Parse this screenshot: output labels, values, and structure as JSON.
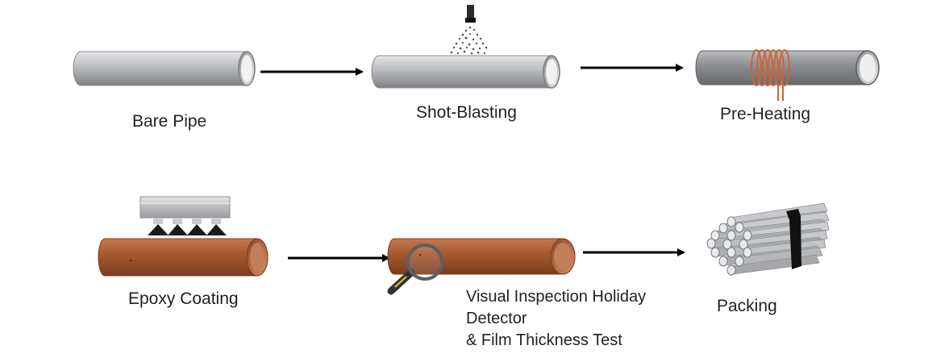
{
  "steps": [
    {
      "id": "bare-pipe",
      "label": "Bare Pipe"
    },
    {
      "id": "shot-blasting",
      "label": "Shot-Blasting"
    },
    {
      "id": "pre-heating",
      "label": "Pre-Heating"
    },
    {
      "id": "epoxy-coating",
      "label": "Epoxy Coating"
    },
    {
      "id": "inspection",
      "label_lines": [
        "Visual Inspection Holiday",
        "Detector",
        "& Film Thickness Test"
      ]
    },
    {
      "id": "packing",
      "label": "Packing"
    }
  ],
  "colors": {
    "steel_light": "#d6d7d9",
    "steel_dark": "#8e9094",
    "coating": "#a95a32",
    "coil": "#c8663a",
    "arrow": "#000000",
    "text": "#231f20"
  },
  "icons": [
    "pipe-icon",
    "spray-nozzle-icon",
    "induction-coil-icon",
    "coating-applicator-icon",
    "magnifier-icon",
    "bundled-pipes-icon",
    "arrow-icon"
  ]
}
